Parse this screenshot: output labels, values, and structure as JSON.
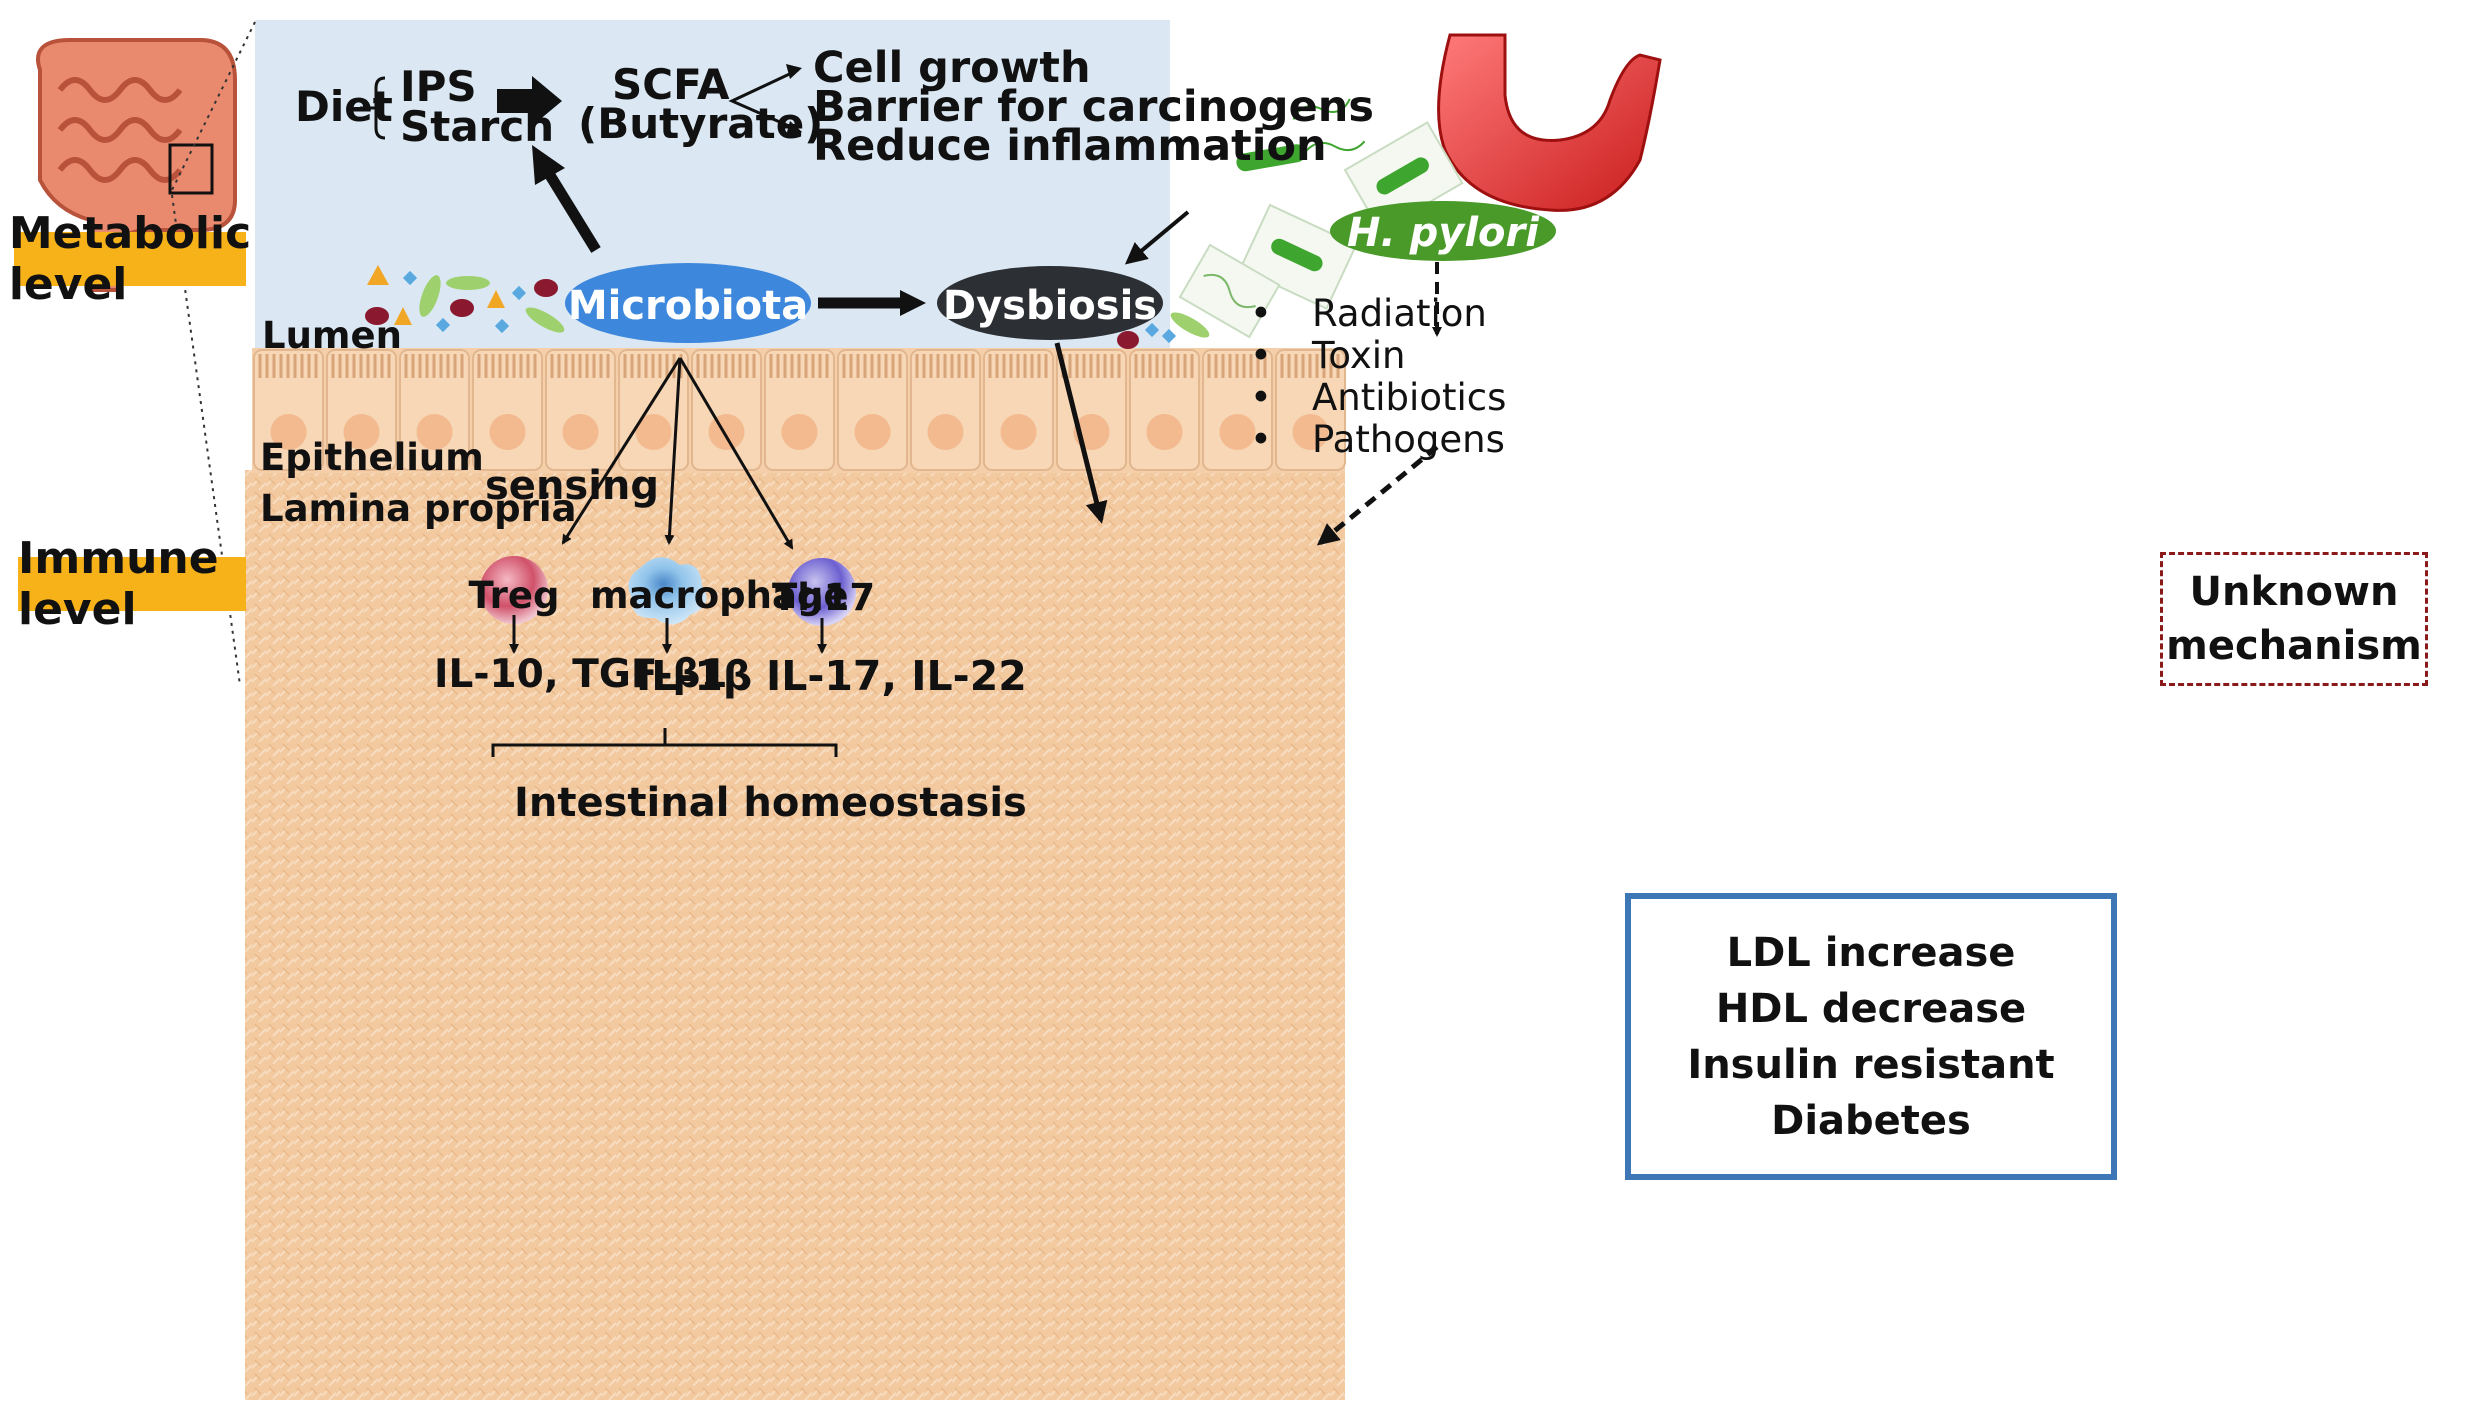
{
  "levels": {
    "metabolic": "Metabolic level",
    "immune": "Immune level"
  },
  "zones": {
    "lumen": "Lumen",
    "epithelium": "Epithelium",
    "lamina_propria": "Lamina propria"
  },
  "diet": {
    "label": "Diet",
    "items": [
      "IPS",
      "Starch"
    ]
  },
  "scfa": {
    "line1": "SCFA",
    "line2": "(Butyrate)"
  },
  "effects": [
    "Cell growth",
    "Barrier for carcinogens",
    "Reduce inflammation"
  ],
  "microbiota": "Microbiota",
  "dysbiosis": "Dysbiosis",
  "factors": [
    "Radiation",
    "Toxin",
    "Antibiotics",
    "Pathogens"
  ],
  "pathogen": "H. pylori",
  "unknown": {
    "line1": "Unknown",
    "line2": "mechanism"
  },
  "outcomes": [
    "LDL increase",
    "HDL decrease",
    "Insulin resistant",
    "Diabetes"
  ],
  "sensing": "sensing",
  "cells": {
    "treg": {
      "name": "Treg",
      "output": "IL-10, TGF-β1"
    },
    "macrophage": {
      "name": "macrophage",
      "output": "IL-1β"
    },
    "th17": {
      "name": "Th17",
      "output": "IL-17, IL-22"
    }
  },
  "homeostasis": "Intestinal homeostasis",
  "colors": {
    "lumen_bg": "#dbe8f3",
    "tissue_bg": "#f3c9a0",
    "epithelium": "#f4cfa9",
    "microbiota_fill": "#3d87dc",
    "dysbiosis_fill": "#2c2f33",
    "hpylori_fill": "#4a9a2a",
    "label_bg": "#f7b21a",
    "result_border": "#3d77b6"
  }
}
